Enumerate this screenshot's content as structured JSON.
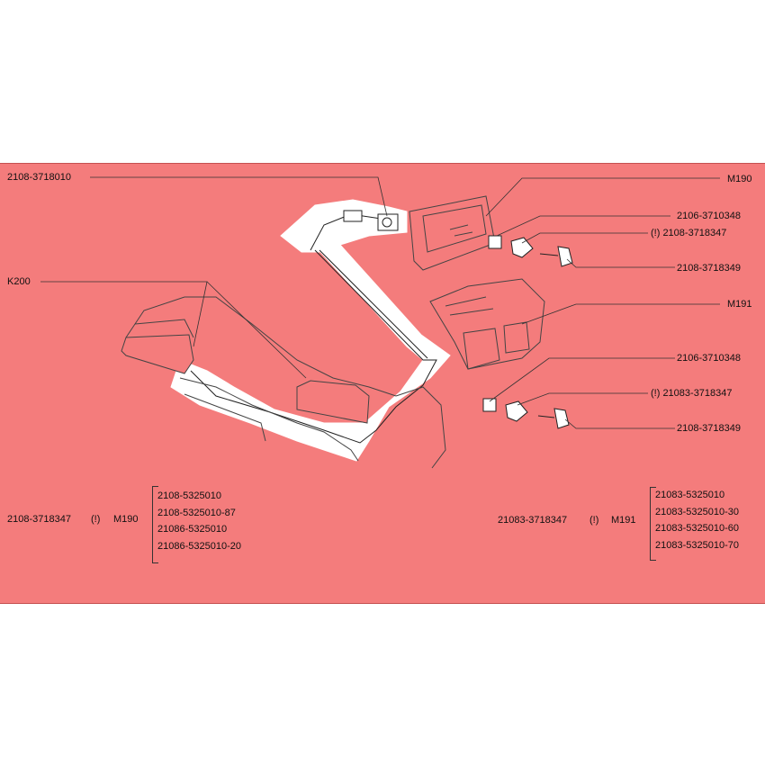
{
  "part_labels": {
    "main_harness": "2108-3718010",
    "variant_m190": "M190",
    "variant_m191": "M191",
    "k200": "K200",
    "socket_upper": "2106-3710348",
    "holder_upper": "(!) 2108-3718347",
    "lamp_upper": "2108-3718349",
    "socket_lower": "2106-3710348",
    "holder_lower": "(!) 21083-3718347",
    "lamp_lower": "2108-3718349"
  },
  "application_left": {
    "part": "2108-3718347",
    "mark": "(!)",
    "variant": "M190",
    "models": [
      "2108-5325010",
      "2108-5325010-87",
      "21086-5325010",
      "21086-5325010-20"
    ]
  },
  "application_right": {
    "part": "21083-3718347",
    "mark": "(!)",
    "variant": "M191",
    "models": [
      "21083-5325010",
      "21083-5325010-30",
      "21083-5325010-60",
      "21083-5325010-70"
    ]
  }
}
